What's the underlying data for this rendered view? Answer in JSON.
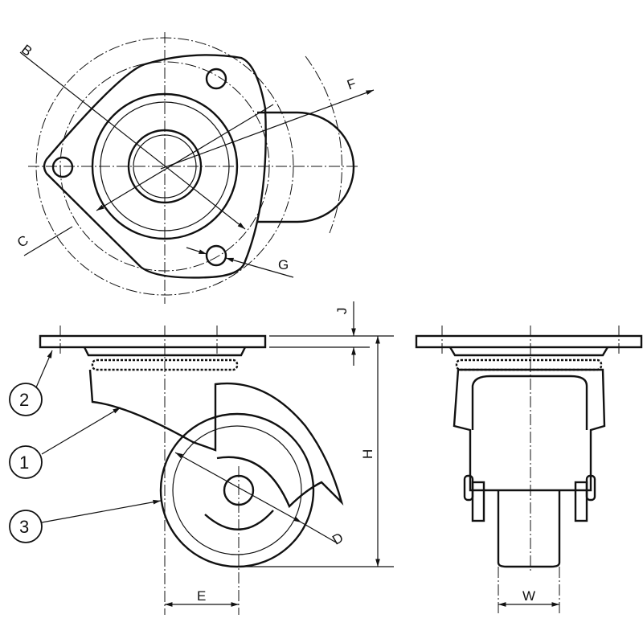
{
  "labels": {
    "B": "B",
    "C": "C",
    "F": "F",
    "G": "G",
    "J": "J",
    "H": "H",
    "D": "D",
    "E": "E",
    "W": "W"
  },
  "callouts": [
    "2",
    "1",
    "3"
  ]
}
